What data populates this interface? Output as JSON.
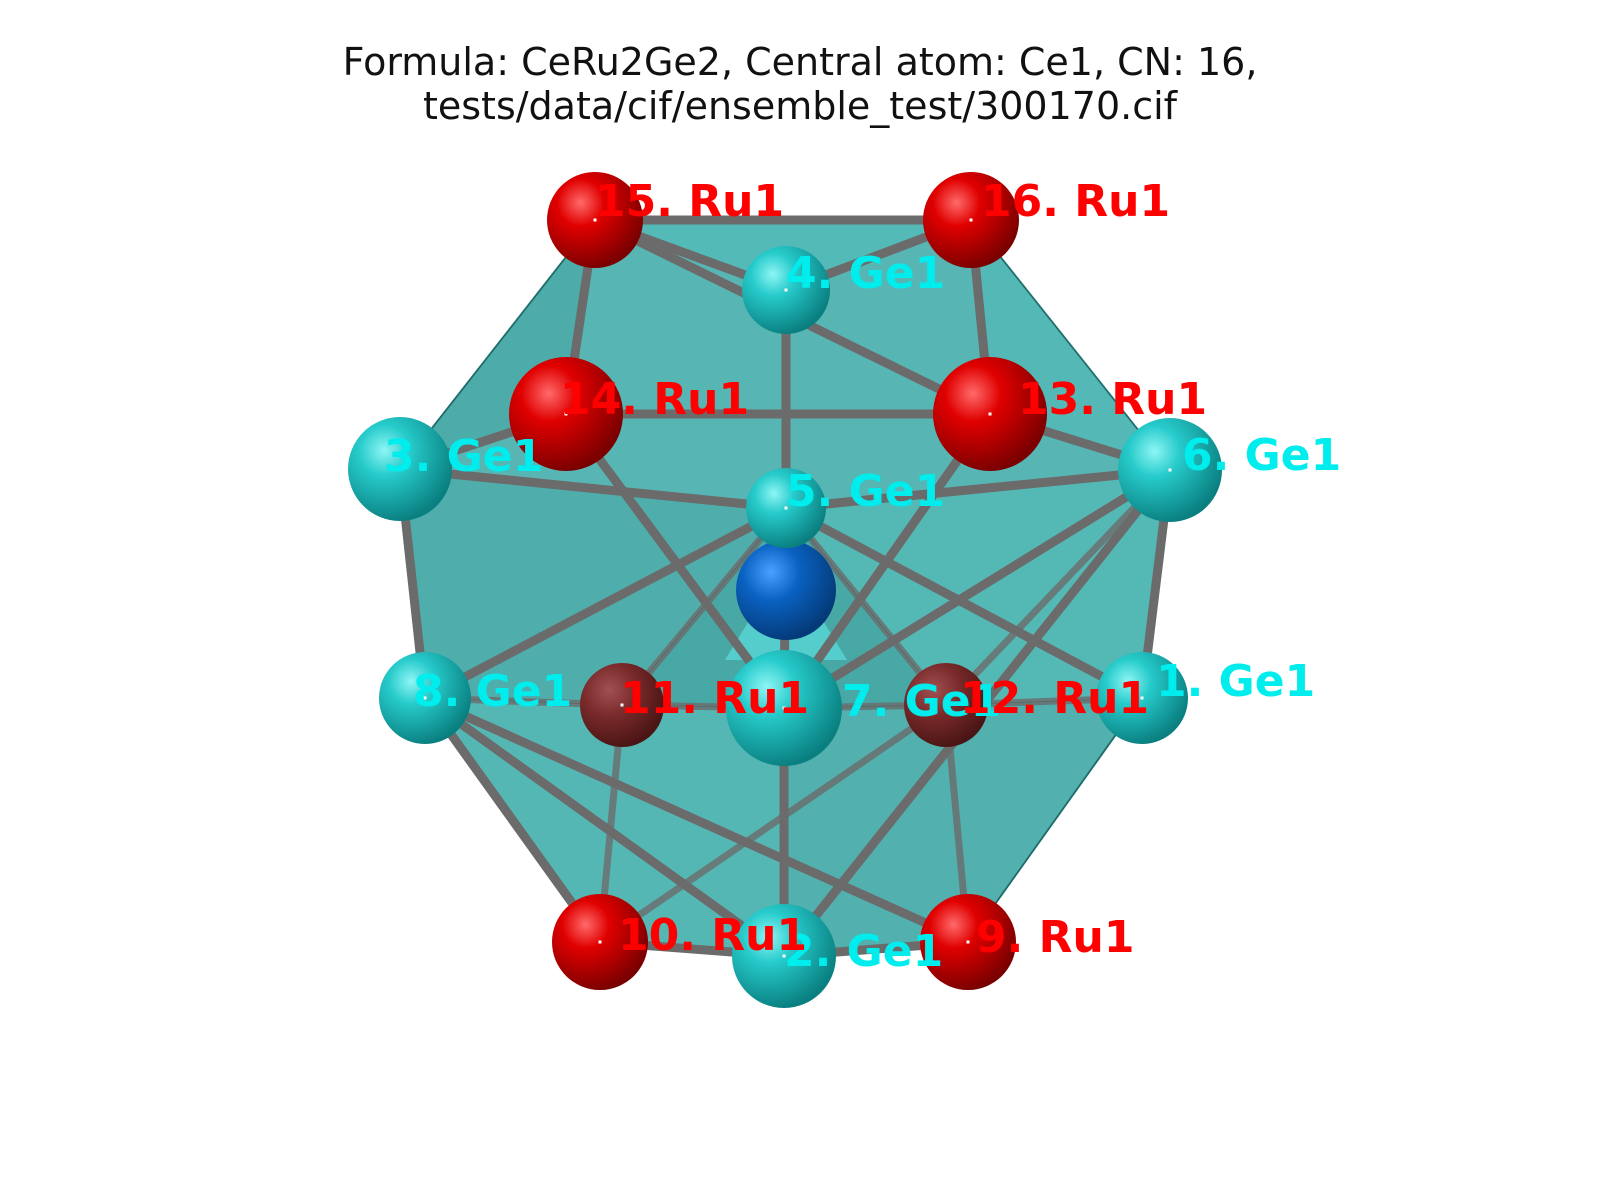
{
  "title": {
    "line1": "Formula: CeRu2Ge2, Central atom: Ce1, CN: 16,",
    "line2": "tests/data/cif/ensemble_test/300170.cif"
  },
  "colors": {
    "ge": "#1fc8c8",
    "ru": "#dd0000",
    "ce": "#0a60c0",
    "poly": "#3aa8a6",
    "bond": "#6b6b6b",
    "ge_label": "#00eded",
    "ru_label": "#ff0000"
  },
  "center_atom": {
    "element": "Ce",
    "label": ""
  },
  "atoms": [
    {
      "id": 1,
      "label": "1. Ge1",
      "element": "Ge"
    },
    {
      "id": 2,
      "label": "2. Ge1",
      "element": "Ge"
    },
    {
      "id": 3,
      "label": "3. Ge1",
      "element": "Ge"
    },
    {
      "id": 4,
      "label": "4. Ge1",
      "element": "Ge"
    },
    {
      "id": 5,
      "label": "5. Ge1",
      "element": "Ge"
    },
    {
      "id": 6,
      "label": "6. Ge1",
      "element": "Ge"
    },
    {
      "id": 7,
      "label": "7. Ge1",
      "element": "Ge"
    },
    {
      "id": 8,
      "label": "8. Ge1",
      "element": "Ge"
    },
    {
      "id": 9,
      "label": "9. Ru1",
      "element": "Ru"
    },
    {
      "id": 10,
      "label": "10. Ru1",
      "element": "Ru"
    },
    {
      "id": 11,
      "label": "11. Ru1",
      "element": "Ru"
    },
    {
      "id": 12,
      "label": "12. Ru1",
      "element": "Ru"
    },
    {
      "id": 13,
      "label": "13. Ru1",
      "element": "Ru"
    },
    {
      "id": 14,
      "label": "14. Ru1",
      "element": "Ru"
    },
    {
      "id": 15,
      "label": "15. Ru1",
      "element": "Ru"
    },
    {
      "id": 16,
      "label": "16. Ru1",
      "element": "Ru"
    }
  ],
  "bonds": [
    [
      15,
      16
    ],
    [
      15,
      14
    ],
    [
      16,
      13
    ],
    [
      15,
      13
    ],
    [
      15,
      4
    ],
    [
      16,
      4
    ],
    [
      4,
      5
    ],
    [
      14,
      13
    ],
    [
      3,
      14
    ],
    [
      13,
      6
    ],
    [
      3,
      5
    ],
    [
      5,
      6
    ],
    [
      3,
      8
    ],
    [
      6,
      1
    ],
    [
      14,
      7
    ],
    [
      13,
      7
    ],
    [
      5,
      8
    ],
    [
      5,
      7
    ],
    [
      5,
      1
    ],
    [
      5,
      11
    ],
    [
      5,
      12
    ],
    [
      6,
      7
    ],
    [
      6,
      2
    ],
    [
      6,
      12
    ],
    [
      8,
      11
    ],
    [
      8,
      10
    ],
    [
      8,
      2
    ],
    [
      11,
      7
    ],
    [
      7,
      12
    ],
    [
      12,
      1
    ],
    [
      7,
      2
    ],
    [
      11,
      10
    ],
    [
      12,
      9
    ],
    [
      10,
      2
    ],
    [
      2,
      9
    ],
    [
      12,
      10
    ],
    [
      8,
      9
    ]
  ]
}
